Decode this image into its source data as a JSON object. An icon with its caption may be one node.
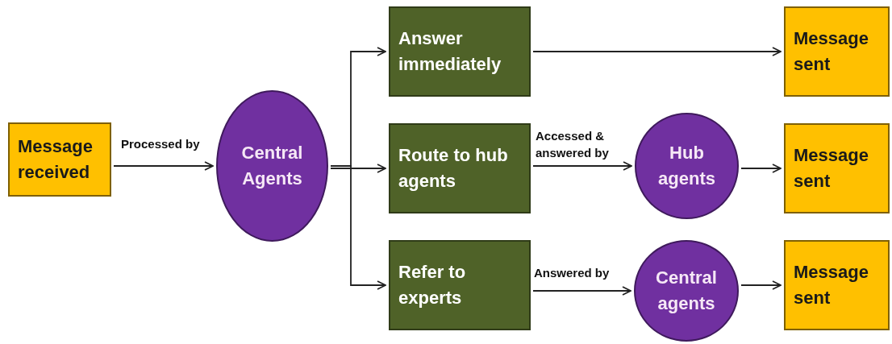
{
  "diagram": {
    "nodes": [
      {
        "text": [
          "Message received"
        ]
      },
      {
        "text": [
          "Central Agents"
        ]
      },
      {
        "text": [
          "Answer immediately"
        ]
      },
      {
        "text": [
          "Route to hub agents"
        ]
      },
      {
        "text": [
          "Refer to experts"
        ]
      },
      {
        "text": [
          "Message sent"
        ]
      },
      {
        "text": [
          "Hub agents"
        ]
      },
      {
        "text": [
          "Message sent"
        ]
      },
      {
        "text": [
          "Central agents"
        ]
      },
      {
        "text": [
          "Message sent"
        ]
      }
    ],
    "edges": [
      {
        "from": 0,
        "to": 1,
        "arrow": "to",
        "label": "Processed by"
      },
      {
        "from": 1,
        "to": 2,
        "arrow": "to"
      },
      {
        "from": 1,
        "to": 3,
        "arrow": "to"
      },
      {
        "from": 1,
        "to": 4,
        "arrow": "to"
      },
      {
        "from": 2,
        "to": 5,
        "arrow": "to"
      },
      {
        "from": 3,
        "to": 6,
        "arrow": "to",
        "label": "Accessed & answered by"
      },
      {
        "from": 6,
        "to": 7,
        "arrow": "to"
      },
      {
        "from": 4,
        "to": 8,
        "arrow": "to",
        "label": "Answered by"
      },
      {
        "from": 8,
        "to": 9,
        "arrow": "to"
      }
    ]
  }
}
